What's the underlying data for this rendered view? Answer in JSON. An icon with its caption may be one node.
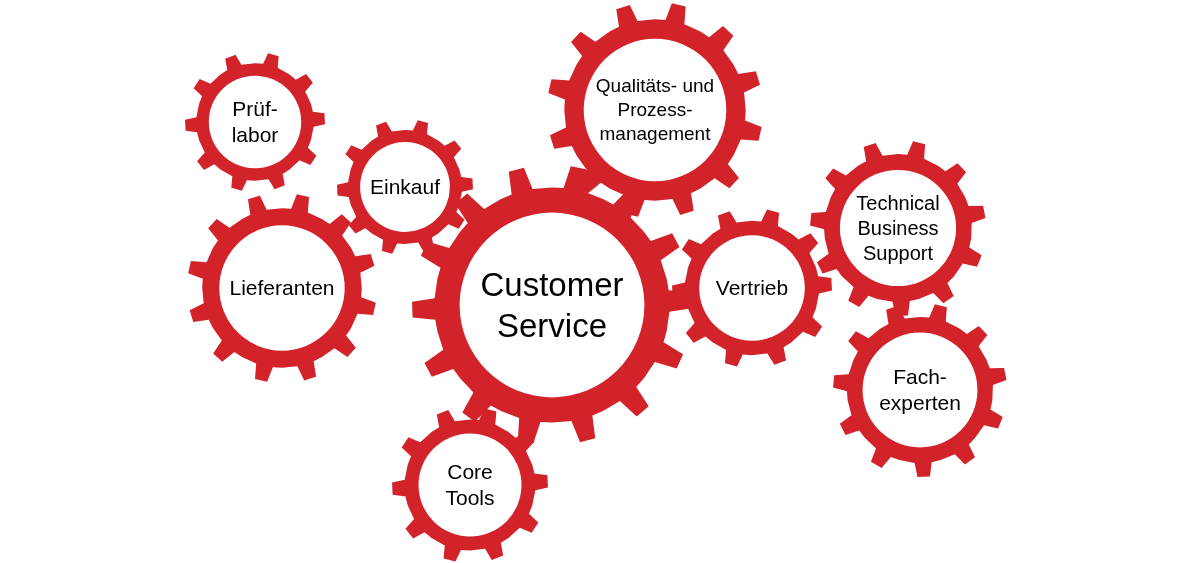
{
  "diagram": {
    "nodes": [
      {
        "text": [
          "Prüf- labor"
        ]
      },
      {
        "text": [
          "Einkauf"
        ]
      },
      {
        "text": [
          "Lieferanten"
        ]
      },
      {
        "text": [
          "Qualitäts- und Prozess- management"
        ]
      },
      {
        "text": [
          "Customer Service"
        ]
      },
      {
        "text": [
          "Vertrieb"
        ]
      },
      {
        "text": [
          "Technical Business Support"
        ]
      },
      {
        "text": [
          "Fach- experten"
        ]
      },
      {
        "text": [
          "Core Tools"
        ]
      }
    ]
  }
}
